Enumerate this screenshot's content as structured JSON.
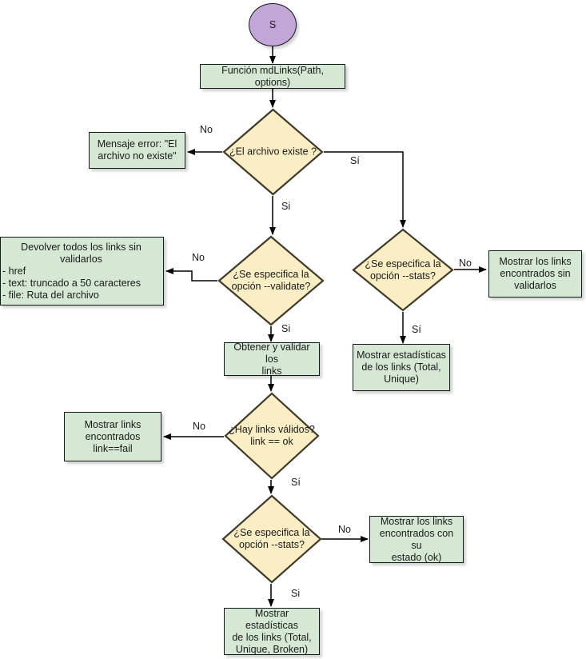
{
  "diagram": {
    "title": "mdLinks flowchart",
    "language": "es",
    "colors": {
      "process_fill": "#d5e8d4",
      "process_stroke": "#13191f",
      "decision_fill": "#fbedc4",
      "decision_stroke": "#3f3a2a",
      "terminator_fill": "#c3a6d8",
      "terminator_stroke": "#13191f",
      "edge_stroke": "#000000",
      "text": "#1a1a1a",
      "background": "#ffffff"
    }
  },
  "nodes": {
    "start": {
      "label": "S",
      "type": "terminator"
    },
    "func_mdlinks": {
      "label": "Función mdLinks(Path, options)",
      "type": "process"
    },
    "file_exists": {
      "line1": "¿El archivo existe ?",
      "type": "decision"
    },
    "error_msg": {
      "line1": "Mensaje error: \"El",
      "line2": "archivo no existe\"",
      "type": "process"
    },
    "validate_opt": {
      "line1": "¿Se especifica la",
      "line2": "opción --validate?",
      "type": "decision"
    },
    "return_all_links": {
      "heading1": "Devolver todos los links sin",
      "heading2": "validarlos",
      "bullets": [
        "- href",
        "- text: truncado a 50 caracteres",
        "- file: Ruta del archivo"
      ],
      "type": "process"
    },
    "stats_opt_right": {
      "line1": "¿Se especifica la",
      "line2": "opción --stats?",
      "type": "decision"
    },
    "show_links_unvalidated": {
      "line1": "Mostrar los links",
      "line2": "encontrados sin",
      "line3": "validarlos",
      "type": "process"
    },
    "show_stats_total_unique": {
      "line1": "Mostrar estadísticas",
      "line2": "de los links (Total,",
      "line3": "Unique)",
      "type": "process"
    },
    "get_validate_links": {
      "line1": "Obtener y validar los",
      "line2": "links",
      "type": "process"
    },
    "valid_links": {
      "line1": "¿Hay links válidos?",
      "line2": "link == ok",
      "type": "decision"
    },
    "show_links_fail": {
      "line1": "Mostrar links",
      "line2": "encontrados",
      "line3": "link==fail",
      "type": "process"
    },
    "stats_opt_bottom": {
      "line1": "¿Se especifica la",
      "line2": "opción --stats?",
      "type": "decision"
    },
    "show_links_with_state": {
      "line1": "Mostrar los links",
      "line2": "encontrados con su",
      "line3": "estado (ok)",
      "type": "process"
    },
    "show_stats_broken": {
      "line1": "Mostrar estadísticas",
      "line2": "de los links (Total,",
      "line3": "Unique, Broken)",
      "type": "process"
    }
  },
  "edge_labels": {
    "file_exists_no": "No",
    "file_exists_si_right": "Sí",
    "file_exists_si_down": "Si",
    "validate_no": "No",
    "validate_si": "Si",
    "stats_right_no": "No",
    "stats_right_si": "Sí",
    "valid_links_no": "No",
    "valid_links_si": "Sí",
    "stats_bottom_no": "No",
    "stats_bottom_si": "Si"
  }
}
